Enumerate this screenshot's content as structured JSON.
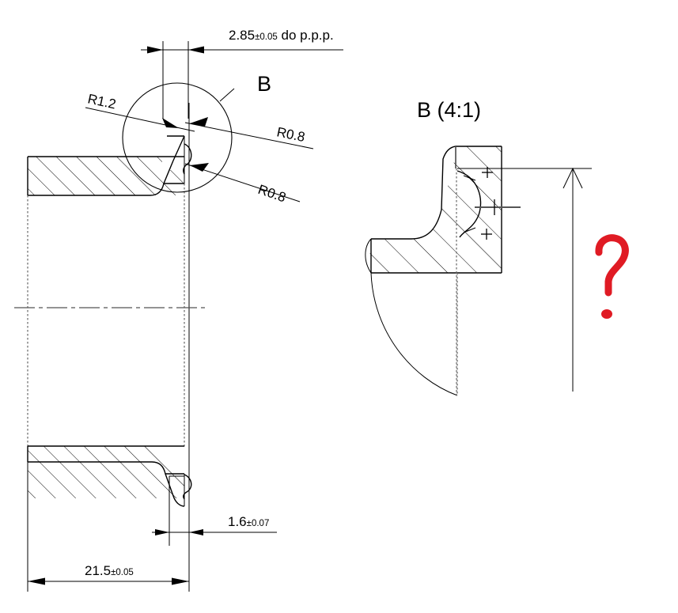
{
  "drawing": {
    "title_detail": "B (4:1)",
    "detail_label_main": "B",
    "dimensions": {
      "top": {
        "value": "2.85",
        "tolerance": "±0.05",
        "suffix": " do p.p.p.",
        "full": "2.85±0.05 do p.p.p."
      },
      "bottom_small": {
        "value": "1.6",
        "tolerance": "±0.07",
        "full": "1.6±0.07"
      },
      "bottom_large": {
        "value": "21.5",
        "tolerance": "±0.05",
        "full": "21.5±0.05"
      }
    },
    "radii": [
      {
        "name": "radius-r12",
        "label": "R1.2"
      },
      {
        "name": "radius-r08-upper",
        "label": "R0.8"
      },
      {
        "name": "radius-r08-lower",
        "label": "R0.8"
      }
    ],
    "annotations": [
      {
        "name": "question-mark-annotation",
        "glyph": "?",
        "color": "#e01b24"
      }
    ],
    "colors": {
      "line": "#000000",
      "centerline": "#555555",
      "hidden": "#666666",
      "annotation_red": "#e01b24",
      "background": "#ffffff"
    },
    "center_marks": [
      {
        "name": "center-mark-upper"
      },
      {
        "name": "center-mark-middle"
      },
      {
        "name": "center-mark-lower"
      }
    ]
  }
}
